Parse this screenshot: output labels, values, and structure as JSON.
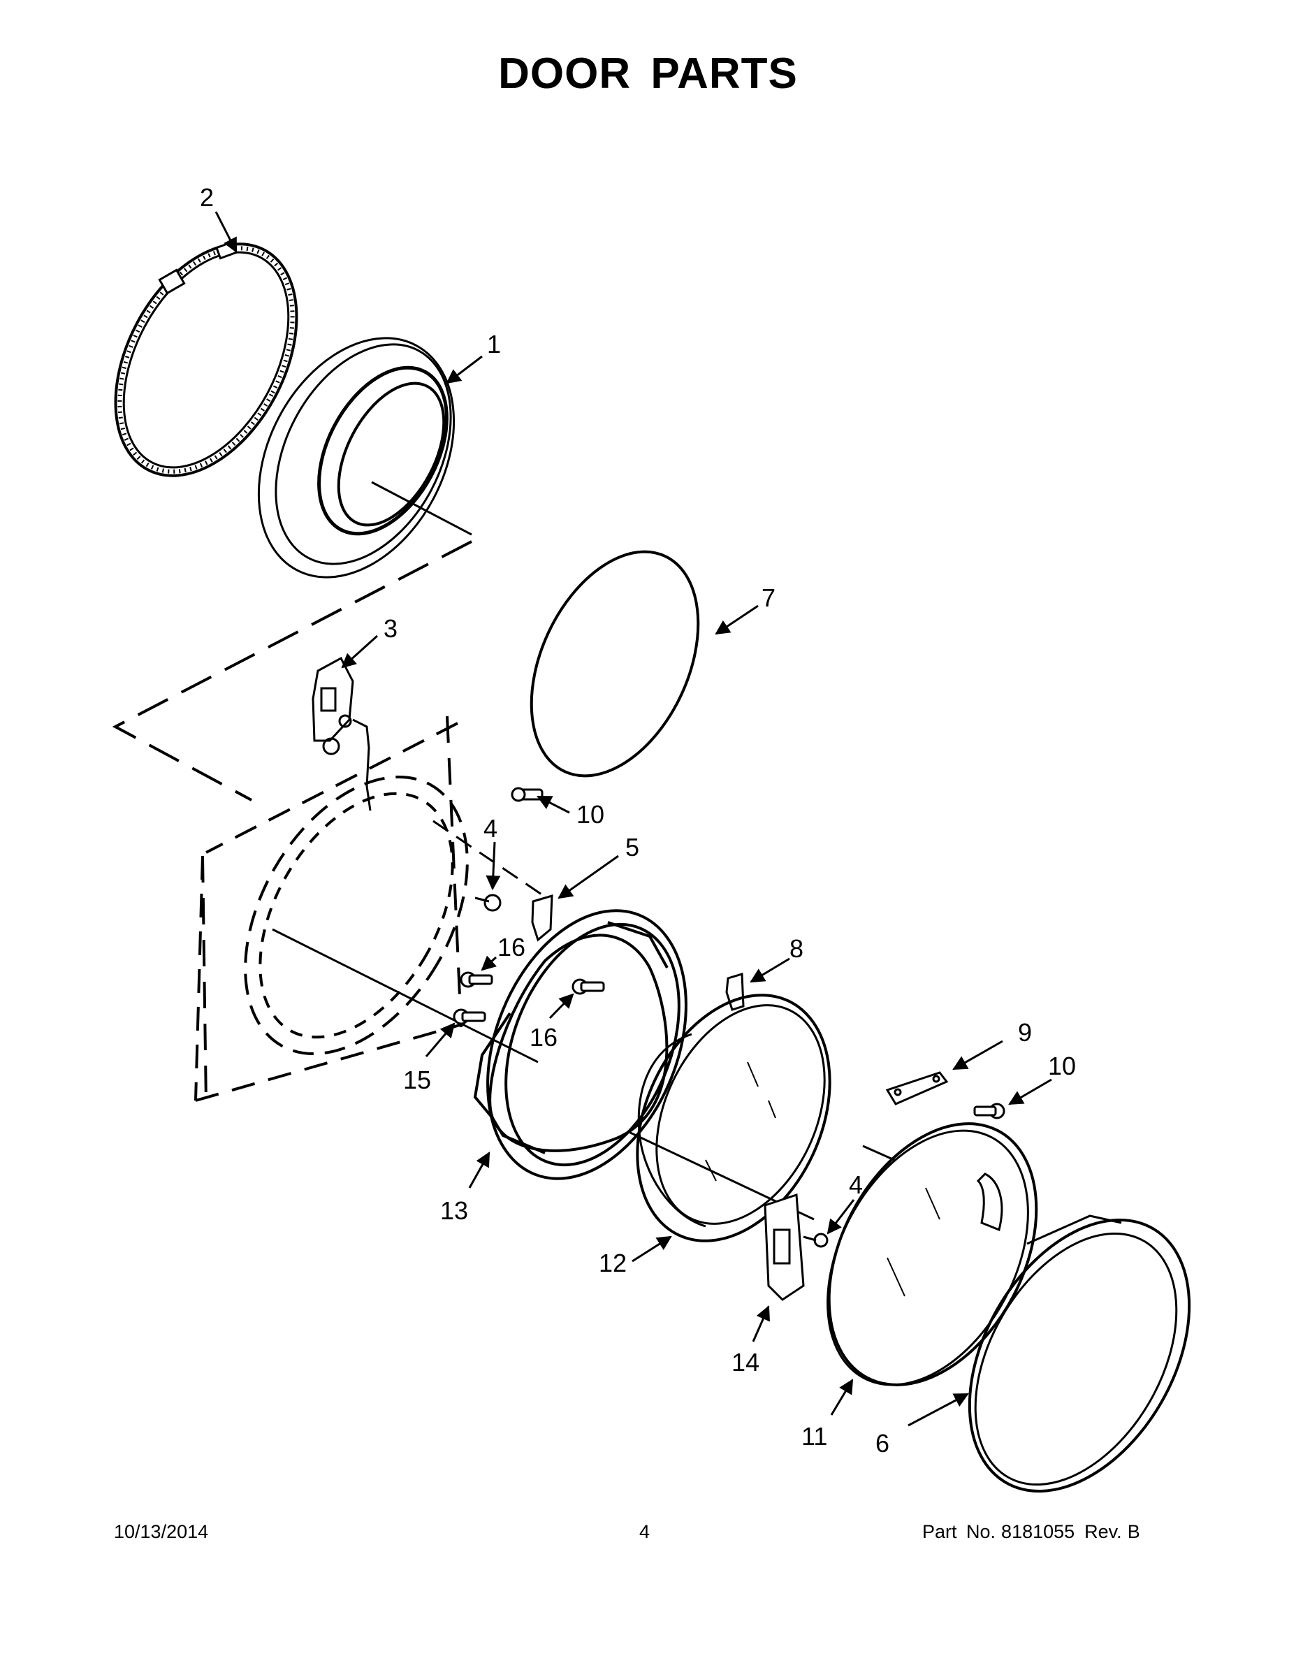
{
  "page": {
    "title": "DOOR PARTS"
  },
  "callouts": [
    {
      "id": "c2a",
      "label": "2"
    },
    {
      "id": "c1",
      "label": "1"
    },
    {
      "id": "c7",
      "label": "7"
    },
    {
      "id": "c3",
      "label": "3"
    },
    {
      "id": "c4a",
      "label": "4"
    },
    {
      "id": "c10a",
      "label": "10"
    },
    {
      "id": "c5",
      "label": "5"
    },
    {
      "id": "c16a",
      "label": "16"
    },
    {
      "id": "c16b",
      "label": "16"
    },
    {
      "id": "c8",
      "label": "8"
    },
    {
      "id": "c15",
      "label": "15"
    },
    {
      "id": "c9",
      "label": "9"
    },
    {
      "id": "c10b",
      "label": "10"
    },
    {
      "id": "c13",
      "label": "13"
    },
    {
      "id": "c4b",
      "label": "4"
    },
    {
      "id": "c12",
      "label": "12"
    },
    {
      "id": "c14",
      "label": "14"
    },
    {
      "id": "c11",
      "label": "11"
    },
    {
      "id": "c6",
      "label": "6"
    }
  ],
  "footer": {
    "date": "10/13/2014",
    "page_number": "4",
    "part_no_label": "Part No.",
    "part_no_value": "8181055",
    "rev_label": "Rev.",
    "rev_value": "B"
  }
}
